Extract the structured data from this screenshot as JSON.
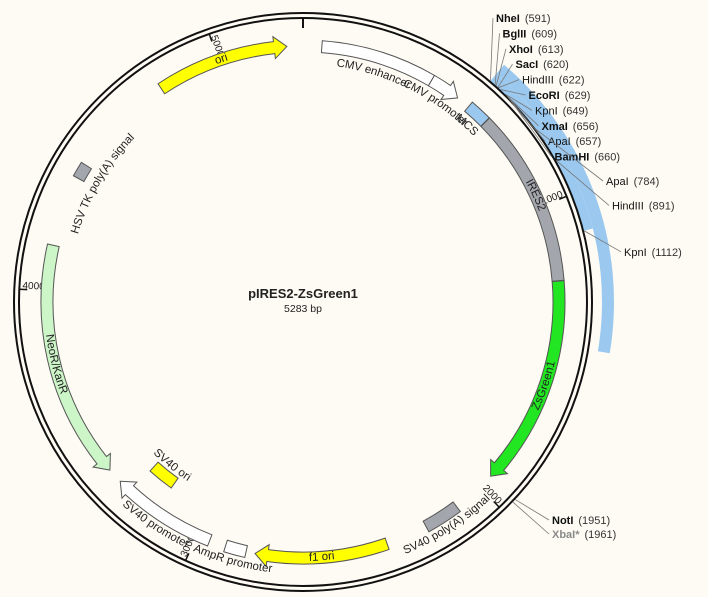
{
  "plasmid": {
    "name": "pIRES2-ZsGreen1",
    "size_label": "5283 bp",
    "length": 5283
  },
  "colors": {
    "background": "#fdfbf3",
    "yellow": "#ffff00",
    "green": "#22e622",
    "light_green": "#ccf5c8",
    "gray": "#a3a7ad",
    "blue": "#9bc8ef",
    "white": "#ffffff"
  },
  "ticks": [
    {
      "pos": 1000,
      "label": "1000"
    },
    {
      "pos": 2000,
      "label": "2000"
    },
    {
      "pos": 3000,
      "label": "3000"
    },
    {
      "pos": 4000,
      "label": "4000"
    },
    {
      "pos": 5000,
      "label": "5000"
    }
  ],
  "features": [
    {
      "id": "cmv-enhancer",
      "label": "CMV enhancer",
      "start": 62,
      "end": 442,
      "arrow": "none",
      "color": "#ffffff",
      "lane": 1
    },
    {
      "id": "cmv-promoter",
      "label": "CMV promoter",
      "start": 442,
      "end": 545,
      "arrow": "cw",
      "color": "#ffffff",
      "lane": 1
    },
    {
      "id": "mcs",
      "label": "MCS",
      "start": 591,
      "end": 665,
      "arrow": "none",
      "color": "#9bc8ef",
      "lane": 1
    },
    {
      "id": "ires2",
      "label": "IRES2",
      "start": 666,
      "end": 1251,
      "arrow": "none",
      "color": "#a3a7ad",
      "lane": 1
    },
    {
      "id": "zsgreen1",
      "label": "ZsGreen1",
      "start": 1252,
      "end": 1950,
      "arrow": "cw",
      "color": "#22e622",
      "lane": 1
    },
    {
      "id": "sv40-polya",
      "label": "SV40 poly(A) signal",
      "start": 2100,
      "end": 2220,
      "arrow": "none",
      "color": "#a3a7ad",
      "lane": 1
    },
    {
      "id": "f1-ori",
      "label": "f1 ori",
      "start": 2360,
      "end": 2800,
      "arrow": "cw",
      "color": "#ffff00",
      "lane": 1
    },
    {
      "id": "ampr-promoter",
      "label": "AmpR promoter",
      "start": 2830,
      "end": 2900,
      "arrow": "none",
      "color": "#ffffff",
      "lane": 1
    },
    {
      "id": "sv40-promoter",
      "label": "SV40 promoter",
      "start": 2955,
      "end": 3310,
      "arrow": "cw",
      "color": "#ffffff",
      "lane": 1
    },
    {
      "id": "sv40-ori",
      "label": "SV40 ori",
      "start": 3160,
      "end": 3260,
      "arrow": "none",
      "color": "#ffff00",
      "lane": 3
    },
    {
      "id": "neor-kanr",
      "label": "NeoR/KanR",
      "start": 3360,
      "end": 4150,
      "arrow": "ccw",
      "color": "#ccf5c8",
      "lane": 1
    },
    {
      "id": "hsv-tk-polya",
      "label": "HSV TK poly(A) signal",
      "start": 4385,
      "end": 4435,
      "arrow": "none",
      "color": "#a3a7ad",
      "lane": 1
    },
    {
      "id": "ori",
      "label": "ori",
      "start": 4790,
      "end": 5230,
      "arrow": "cw",
      "color": "#ffff00",
      "lane": 1
    }
  ],
  "regions": [
    {
      "id": "blue-band-inner",
      "start": 591,
      "end": 1112,
      "color": "#9bc8ef"
    },
    {
      "id": "blue-band-outer",
      "start": 591,
      "end": 1460,
      "color": "#9bc8ef"
    }
  ],
  "sites": [
    {
      "id": "nhei",
      "name": "NheI",
      "pos": 591,
      "pos_label": "(591)",
      "bold": true,
      "color": "#111111"
    },
    {
      "id": "bglii",
      "name": "BglII",
      "pos": 609,
      "pos_label": "(609)",
      "bold": true,
      "color": "#111111"
    },
    {
      "id": "xhoi",
      "name": "XhoI",
      "pos": 613,
      "pos_label": "(613)",
      "bold": true,
      "color": "#111111"
    },
    {
      "id": "saci",
      "name": "SacI",
      "pos": 620,
      "pos_label": "(620)",
      "bold": true,
      "color": "#111111"
    },
    {
      "id": "hindiii-1",
      "name": "HindIII",
      "pos": 622,
      "pos_label": "(622)",
      "bold": false,
      "color": "#111111"
    },
    {
      "id": "ecori",
      "name": "EcoRI",
      "pos": 629,
      "pos_label": "(629)",
      "bold": true,
      "color": "#111111"
    },
    {
      "id": "kpni-1",
      "name": "KpnI",
      "pos": 649,
      "pos_label": "(649)",
      "bold": false,
      "color": "#111111"
    },
    {
      "id": "xmai",
      "name": "XmaI",
      "pos": 656,
      "pos_label": "(656)",
      "bold": true,
      "color": "#111111"
    },
    {
      "id": "apai-1",
      "name": "ApaI",
      "pos": 657,
      "pos_label": "(657)",
      "bold": false,
      "color": "#111111"
    },
    {
      "id": "bamhi",
      "name": "BamHI",
      "pos": 660,
      "pos_label": "(660)",
      "bold": true,
      "color": "#111111"
    },
    {
      "id": "apai-2",
      "name": "ApaI",
      "pos": 784,
      "pos_label": "(784)",
      "bold": false,
      "color": "#111111"
    },
    {
      "id": "hindiii-2",
      "name": "HindIII",
      "pos": 891,
      "pos_label": "(891)",
      "bold": false,
      "color": "#111111"
    },
    {
      "id": "kpni-2",
      "name": "KpnI",
      "pos": 1112,
      "pos_label": "(1112)",
      "bold": false,
      "color": "#111111"
    },
    {
      "id": "noti",
      "name": "NotI",
      "pos": 1951,
      "pos_label": "(1951)",
      "bold": true,
      "color": "#111111"
    },
    {
      "id": "xbai",
      "name": "XbaI*",
      "pos": 1961,
      "pos_label": "(1961)",
      "bold": true,
      "color": "#8a8a8a"
    }
  ]
}
